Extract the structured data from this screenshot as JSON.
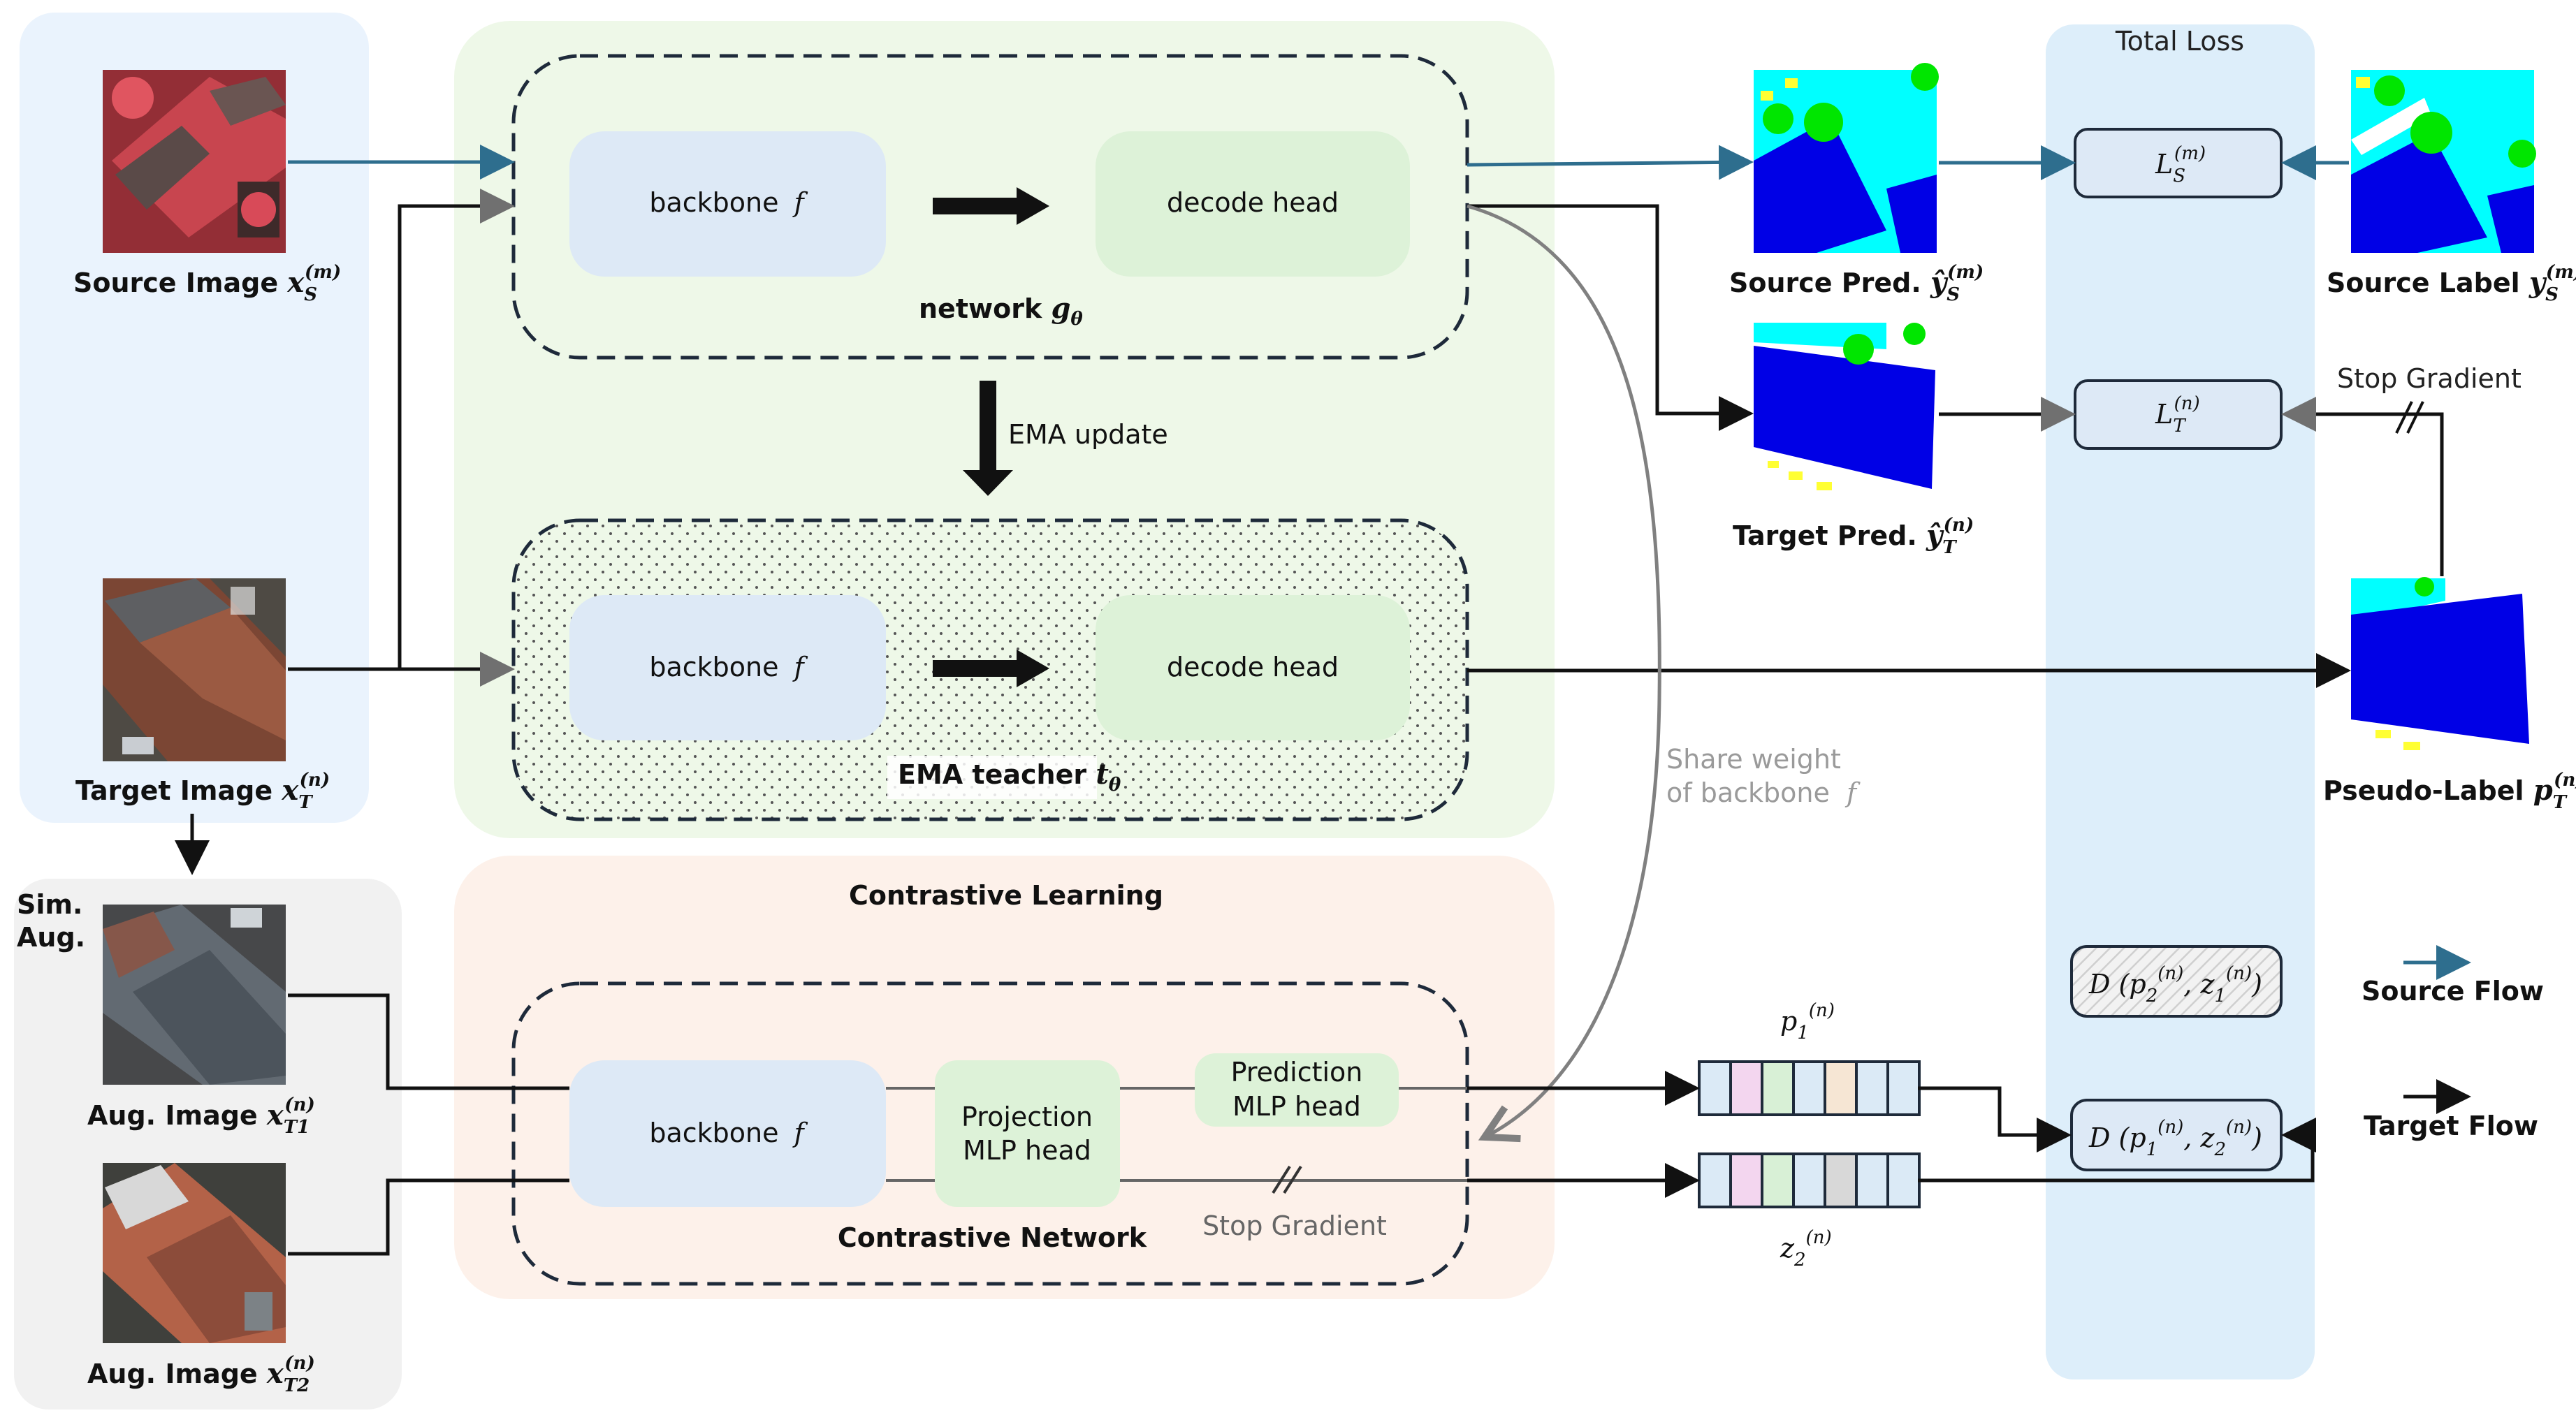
{
  "images": {
    "source_image": "Source Image",
    "target_image": "Target Image",
    "aug_image_1": "Aug. Image",
    "aug_image_2": "Aug. Image",
    "source_pred": "Source Pred.",
    "target_pred": "Target Pred.",
    "source_label": "Source Label",
    "pseudo_label": "Pseudo-Label"
  },
  "network": {
    "backbone": "backbone",
    "backbone_sym": "f",
    "decode_head": "decode head",
    "student_title": "network",
    "student_sym": "g",
    "teacher_title": "EMA teacher",
    "teacher_sym": "t",
    "theta": "θ",
    "ema_update": "EMA update"
  },
  "contrastive": {
    "section_title": "Contrastive Learning",
    "network_title": "Contrastive Network",
    "projection_head_1": "Projection",
    "projection_head_2": "MLP head",
    "prediction_head_1": "Prediction",
    "prediction_head_2": "MLP head",
    "stop_gradient": "Stop Gradient",
    "share_weight_1": "Share weight",
    "share_weight_2": "of backbone",
    "sim_aug_1": "Sim.",
    "sim_aug_2": "Aug."
  },
  "loss": {
    "total_loss": "Total Loss",
    "stop_gradient": "Stop Gradient",
    "L": "L",
    "D": "D"
  },
  "legend": {
    "source_flow": "Source Flow",
    "target_flow": "Target Flow"
  },
  "colors": {
    "source_flow": "#2e6e8e",
    "target_flow": "#111111",
    "left_panel": "#eaf3fd",
    "green_panel": "#eef8e8",
    "peach_panel": "#fdf1ea",
    "loss_column": "#ddeefa",
    "backbone_box": "#dde9f6",
    "head_box": "#ddf2d8",
    "building": "#0000e6",
    "road": "#00ffff",
    "tree": "#00e600",
    "car": "#ffff33",
    "impervious": "#ffffff"
  },
  "feature_vectors": {
    "p1_colors": [
      "#dbeaf6",
      "#f3d6ef",
      "#d8f0d6",
      "#dbeaf6",
      "#f6e6d4",
      "#dbeaf6",
      "#dbeaf6"
    ],
    "z2_colors": [
      "#dbeaf6",
      "#f3d6ef",
      "#d8f0d6",
      "#dbeaf6",
      "#d8d8d8",
      "#dbeaf6",
      "#dbeaf6"
    ]
  }
}
